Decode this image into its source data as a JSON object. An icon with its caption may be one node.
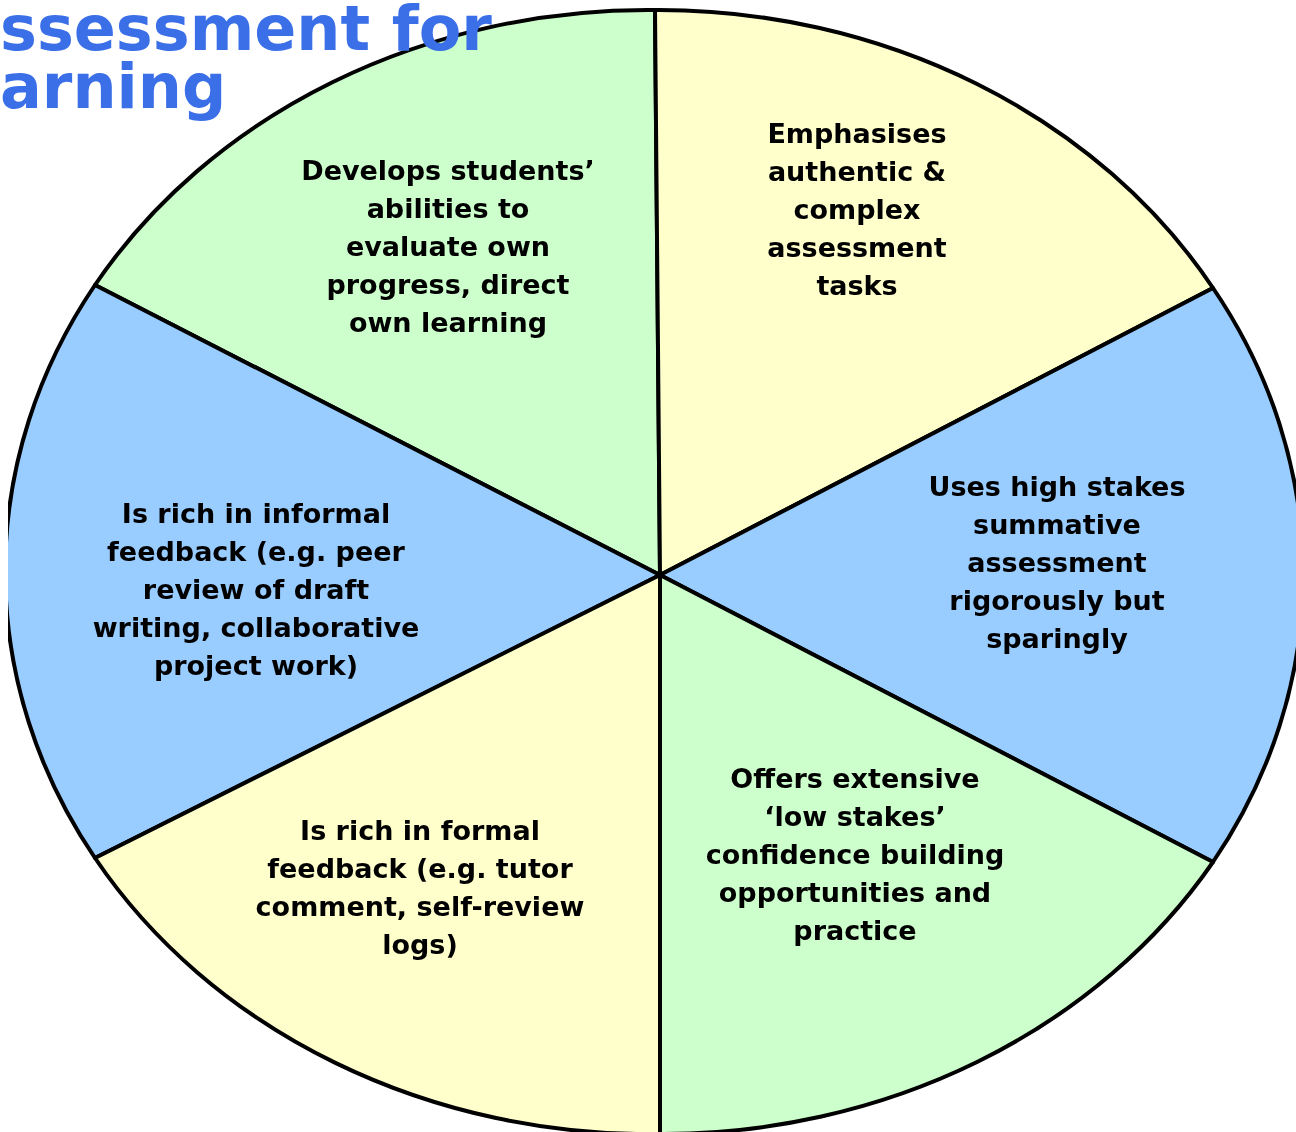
{
  "diagram": {
    "title": "ssessment for arning",
    "nodes": [
      {
        "text": [
          "Develops students’ abilities to evaluate own progress, direct own learning"
        ]
      },
      {
        "text": [
          "Emphasises authentic & complex assessment tasks"
        ]
      },
      {
        "text": [
          "Is rich in informal feedback (e.g. peer review of draft writing, collaborative project work)"
        ]
      },
      {
        "text": [
          "Uses high stakes summative assessment rigorously but sparingly"
        ]
      },
      {
        "text": [
          "Is rich in formal feedback (e.g. tutor comment, self-review logs)"
        ]
      },
      {
        "text": [
          "Offers extensive ‘low stakes’ confidence building opportunities and practice"
        ]
      }
    ]
  }
}
